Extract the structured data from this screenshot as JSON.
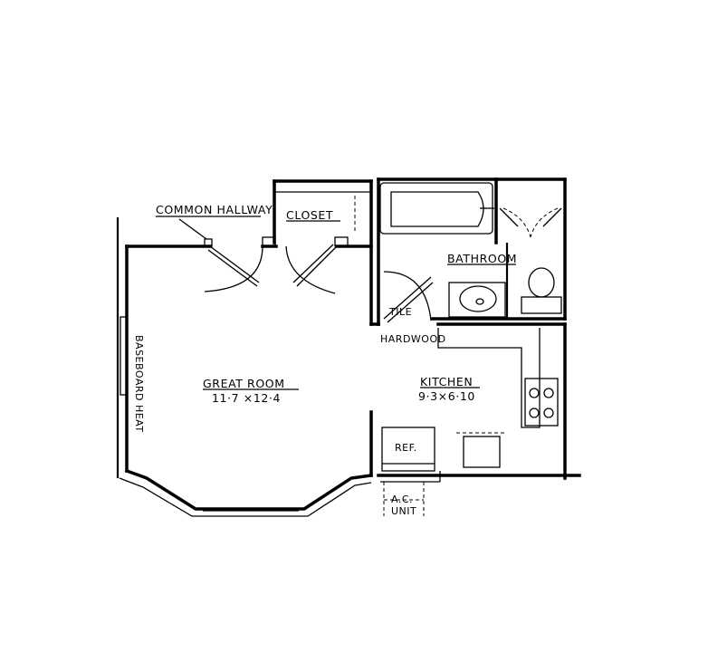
{
  "floorplan": {
    "rooms": {
      "great_room": {
        "name": "GREAT ROOM",
        "dims": "11·7 ×12·4"
      },
      "kitchen": {
        "name": "KITCHEN",
        "dims": "9·3×6·10"
      },
      "bathroom": {
        "name": "BATHROOM"
      },
      "closet": {
        "name": "CLOSET"
      }
    },
    "labels": {
      "common_hallway": "COMMON HALLWAY",
      "baseboard_heat": "BASEBOARD HEAT",
      "tile": "TILE",
      "hardwood": "HARDWOOD",
      "ref": "REF.",
      "ac_line1": "A.C.",
      "ac_line2": "UNIT"
    }
  }
}
